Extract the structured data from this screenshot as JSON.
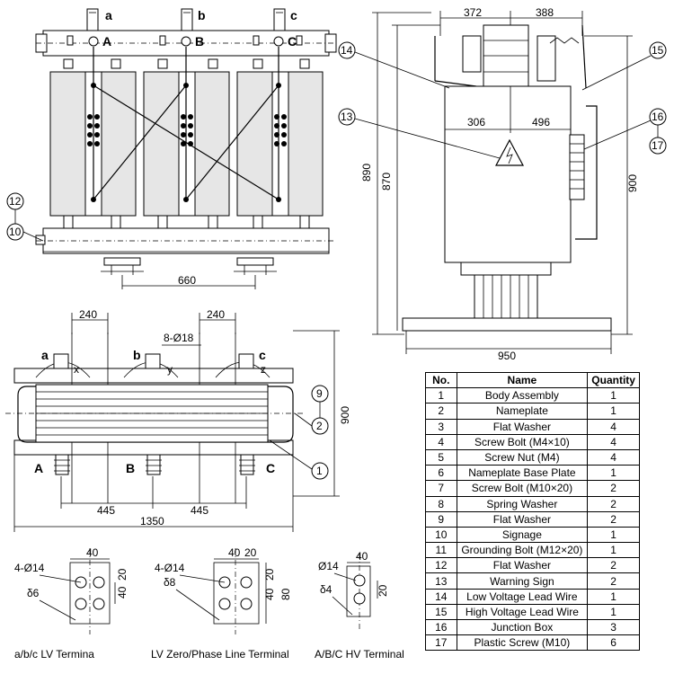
{
  "front_view": {
    "lv_labels": [
      "a",
      "b",
      "c"
    ],
    "hv_labels": [
      "A",
      "B",
      "C"
    ],
    "dim_width": "660",
    "callouts": [
      "12",
      "10"
    ]
  },
  "side_view": {
    "dim_top_left": "372",
    "dim_top_right": "388",
    "dim_mid_left": "306",
    "dim_mid_right": "496",
    "dim_h_outer": "890",
    "dim_h_inner": "870",
    "dim_h_right": "900",
    "dim_base": "950",
    "callouts": [
      "14",
      "13",
      "15",
      "16",
      "17"
    ]
  },
  "top_view": {
    "dim_240_left": "240",
    "dim_240_right": "240",
    "hole_note": "8-Ø18",
    "lv_labels": [
      "a",
      "b",
      "c"
    ],
    "phase_labels": [
      "x",
      "y",
      "z"
    ],
    "hv_labels": [
      "A",
      "B",
      "C"
    ],
    "dim_445_left": "445",
    "dim_445_right": "445",
    "dim_total": "1350",
    "dim_depth": "900",
    "callouts": [
      "9",
      "2",
      "1"
    ]
  },
  "terminals": {
    "lv": {
      "holes": "4-Ø14",
      "thickness": "δ6",
      "dim_w": "40",
      "dim_h": "40",
      "dim_s": "20",
      "caption": "a/b/c LV Termina"
    },
    "zero": {
      "holes": "4-Ø14",
      "thickness": "δ8",
      "dim_w1": "40",
      "dim_w2": "20",
      "dim_s": "20",
      "dim_h1": "40",
      "dim_h2": "80",
      "caption": "LV Zero/Phase Line Terminal"
    },
    "hv": {
      "holes": "Ø14",
      "thickness": "δ4",
      "dim_w": "40",
      "dim_s": "20",
      "caption": "A/B/C HV Terminal"
    }
  },
  "parts_table": {
    "headers": [
      "No.",
      "Name",
      "Quantity"
    ],
    "rows": [
      [
        "1",
        "Body Assembly",
        "1"
      ],
      [
        "2",
        "Nameplate",
        "1"
      ],
      [
        "3",
        "Flat Washer",
        "4"
      ],
      [
        "4",
        "Screw Bolt (M4×10)",
        "4"
      ],
      [
        "5",
        "Screw Nut (M4)",
        "4"
      ],
      [
        "6",
        "Nameplate Base Plate",
        "1"
      ],
      [
        "7",
        "Screw Bolt (M10×20)",
        "2"
      ],
      [
        "8",
        "Spring Washer",
        "2"
      ],
      [
        "9",
        "Flat Washer",
        "2"
      ],
      [
        "10",
        "Signage",
        "1"
      ],
      [
        "11",
        "Grounding Bolt (M12×20)",
        "1"
      ],
      [
        "12",
        "Flat Washer",
        "2"
      ],
      [
        "13",
        "Warning Sign",
        "2"
      ],
      [
        "14",
        "Low Voltage Lead Wire",
        "1"
      ],
      [
        "15",
        "High Voltage Lead Wire",
        "1"
      ],
      [
        "16",
        "Junction Box",
        "3"
      ],
      [
        "17",
        "Plastic Screw (M10)",
        "6"
      ]
    ]
  }
}
